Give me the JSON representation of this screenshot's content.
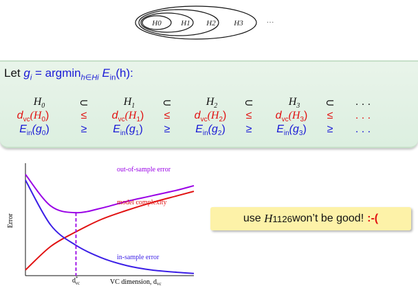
{
  "hypothesis_sets": {
    "labels": [
      "H0",
      "H1",
      "H2",
      "H3"
    ],
    "trailing": "···"
  },
  "definition": {
    "prefix": "Let ",
    "g": "g",
    "g_sub": "i",
    "eq": " = ",
    "argmin": "argmin",
    "argmin_sub": "h∈Hi",
    "e": "E",
    "e_sub": "in",
    "arg": "(h):"
  },
  "table": {
    "row0": [
      "H",
      "⊂",
      "H",
      "⊂",
      "H",
      "⊂",
      "H",
      "⊂",
      ". . ."
    ],
    "row0_subs": [
      "0",
      "1",
      "2",
      "3"
    ],
    "row1": [
      "d",
      "≤",
      "d",
      "≤",
      "d",
      "≤",
      "d",
      "≤",
      ". . ."
    ],
    "row1_sub": "vc",
    "row1_args": [
      "(H",
      "0",
      ")",
      "(H",
      "1",
      ")",
      "(H",
      "2",
      ")",
      "(H",
      "3",
      ")"
    ],
    "row2": [
      "E",
      "≥",
      "E",
      "≥",
      "E",
      "≥",
      "E",
      "≥",
      ". . ."
    ],
    "row2_sub": "in",
    "row2_args": [
      "(g",
      "0",
      ")",
      "(g",
      "1",
      ")",
      "(g",
      "2",
      ")",
      "(g",
      "3",
      ")"
    ]
  },
  "chart_data": {
    "type": "line",
    "ylabel": "Error",
    "xlabel": "VC dimension, d",
    "xlabel_sub": "vc",
    "xtick": "d",
    "xtick_sup": "*",
    "xtick_sub": "vc",
    "series": [
      {
        "name": "out-of-sample error",
        "color": "#9900e6",
        "x": [
          0.0,
          0.15,
          0.3,
          0.45,
          0.6,
          0.75,
          0.9,
          1.0
        ],
        "y": [
          0.9,
          0.62,
          0.56,
          0.6,
          0.66,
          0.71,
          0.76,
          0.8
        ]
      },
      {
        "name": "model complexity",
        "color": "#e11212",
        "x": [
          0.0,
          0.15,
          0.3,
          0.45,
          0.6,
          0.75,
          0.9,
          1.0
        ],
        "y": [
          0.05,
          0.26,
          0.39,
          0.5,
          0.58,
          0.65,
          0.71,
          0.75
        ]
      },
      {
        "name": "in-sample error",
        "color": "#3b1ee6",
        "x": [
          0.0,
          0.15,
          0.3,
          0.45,
          0.6,
          0.75,
          0.9,
          1.0
        ],
        "y": [
          0.85,
          0.45,
          0.27,
          0.16,
          0.09,
          0.05,
          0.03,
          0.02
        ]
      }
    ],
    "optimal_x": 0.3,
    "optimal_color": "#9900e6",
    "xlim": [
      0,
      1
    ],
    "ylim": [
      0,
      1
    ]
  },
  "callout": {
    "prefix": "use ",
    "h": "H",
    "h_sub": "1126",
    "suffix": " won’t be good! ",
    "face": ":-("
  },
  "colors": {
    "blue": "#1a1ad6",
    "red": "#e11212",
    "purple": "#9900e6",
    "box_bg": "#e3f2e5",
    "callout_bg": "#fdf2a8"
  }
}
